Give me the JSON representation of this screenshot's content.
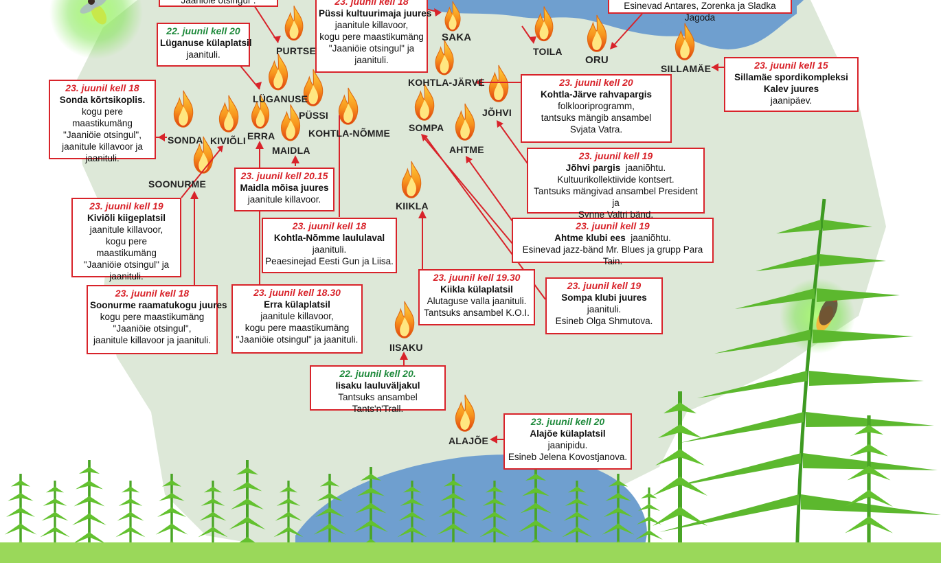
{
  "colors": {
    "accent_red": "#d8232a",
    "date_green": "#1f8a3c",
    "land": "#dde8d8",
    "water": "#6f9fcf",
    "fern": "#5cb82e"
  },
  "icons": [
    "bonfire-icon",
    "firefly-icon",
    "fern-icon"
  ],
  "places": [
    {
      "id": "purtse",
      "label": "PURTSE"
    },
    {
      "id": "saka",
      "label": "SAKA"
    },
    {
      "id": "toila",
      "label": "TOILA"
    },
    {
      "id": "oru",
      "label": "ORU"
    },
    {
      "id": "sillamae",
      "label": "SILLAMÄE"
    },
    {
      "id": "luganuse",
      "label": "LÜGANUSE"
    },
    {
      "id": "pussi",
      "label": "PÜSSI"
    },
    {
      "id": "kohtla-jarve",
      "label": "KOHTLA-JÄRVE"
    },
    {
      "id": "johvi",
      "label": "JÕHVI"
    },
    {
      "id": "sonda",
      "label": "SONDA"
    },
    {
      "id": "kivioli",
      "label": "KIVIÕLI"
    },
    {
      "id": "erra",
      "label": "ERRA"
    },
    {
      "id": "maidla",
      "label": "MAIDLA"
    },
    {
      "id": "kohtla-nomme",
      "label": "KOHTLA-NÕMME"
    },
    {
      "id": "sompa",
      "label": "SOMPA"
    },
    {
      "id": "ahtme",
      "label": "AHTME"
    },
    {
      "id": "soonurme",
      "label": "SOONURME"
    },
    {
      "id": "kiikla",
      "label": "KIIKLA"
    },
    {
      "id": "iisaku",
      "label": "IISAKU"
    },
    {
      "id": "alajoe",
      "label": "ALAJÕE"
    }
  ],
  "events": [
    {
      "id": "purtse",
      "date": "",
      "venue": "",
      "desc": "Jaaniöie otsingul\"."
    },
    {
      "id": "oru",
      "date": "",
      "venue": "",
      "desc": "Esinevad Antares, Zorenka ja Sladka Jagoda"
    },
    {
      "id": "pussi",
      "date": "23. juunil kell 18",
      "venue": "Püssi kultuurimaja juures",
      "desc": "jaanitule killavoor,\nkogu pere maastikumäng\n\"Jaaniöie otsingul\" ja\njaanituli."
    },
    {
      "id": "luganuse",
      "date": "22. juunil kell 20",
      "venue": "Lüganuse külaplatsil",
      "desc": "jaanituli."
    },
    {
      "id": "sonda",
      "date": "23. juunil kell 18",
      "venue": "Sonda kõrtsikoplis.",
      "desc": "kogu pere maastikumäng\n\"Jaaniöie otsingul\",\njaanitule killavoor ja\njaanituli."
    },
    {
      "id": "kohtla-jarve",
      "date": "23. juunil kell 20",
      "venue": "Kohtla-Järve rahvapargis",
      "desc": "folkloori­programm,\ntantsuks mängib ansambel\nSvjata Vatra."
    },
    {
      "id": "sillamae",
      "date": "23. juunil kell 15",
      "venue": "Sillamäe spordikompleksi\nKalev juures",
      "desc": "jaanipäev."
    },
    {
      "id": "maidla",
      "date": "23. juunil kell 20.15",
      "venue": "Maidla mõisa juures",
      "desc": "jaanitule killavoor."
    },
    {
      "id": "johvi",
      "date": "23. juunil kell 19",
      "venue": "Jõhvi pargis",
      "desc": "Kultuurikollektiivide kontsert.\nTantsuks mängivad ansambel President ja\nSynne Valtri bänd.",
      "venue_suffix": "  jaaniõhtu."
    },
    {
      "id": "kivioli",
      "date": "23. juunil kell 19",
      "venue": "Kiviõli kiigeplatsil",
      "desc": "jaanitule killavoor,\nkogu pere maastikumäng\n\"Jaaniöie otsingul\" ja\njaanituli."
    },
    {
      "id": "kohtla-nomme",
      "date": "23. juunil kell 18",
      "venue": "Kohtla-Nõmme laululaval",
      "desc": "jaanituli.\nPeaesinejad Eesti Gun ja Liisa."
    },
    {
      "id": "ahtme",
      "date": "23. juunil kell 19",
      "venue": "Ahtme klubi ees",
      "desc": "Esinevad jazz-bänd Mr. Blues ja grupp Para Tain.",
      "venue_suffix": "  jaaniõhtu."
    },
    {
      "id": "soonurme",
      "date": "23. juunil kell 18",
      "venue": "Soonurme raamatukogu juures",
      "desc": "kogu pere maastikumäng\n\"Jaaniöie otsingul\",\njaanitule killavoor ja jaanituli."
    },
    {
      "id": "erra",
      "date": "23. juunil kell 18.30",
      "venue": "Erra külaplatsil",
      "desc": "jaanitule killavoor,\nkogu pere maastikumäng\n\"Jaaniöie otsingul\" ja jaanituli."
    },
    {
      "id": "kiikla",
      "date": "23. juunil kell 19.30",
      "venue": "Kiikla külaplatsil",
      "desc": "Alutaguse valla jaanituli.\nTantsuks ansambel K.O.I."
    },
    {
      "id": "sompa",
      "date": "23. juunil kell 19",
      "venue": "Sompa klubi juures",
      "desc": "jaanituli.\nEsineb Olga Shmutova."
    },
    {
      "id": "iisaku",
      "date": "22. juunil kell 20.",
      "venue": "Iisaku lauluväljakul",
      "desc": "Tantsuks ansambel Tants'n'Trall."
    },
    {
      "id": "alajoe",
      "date": "23. juunil kell 20",
      "venue": "Alajõe külaplatsil",
      "desc": "jaanipidu.\nEsineb Jelena Kovostjanova."
    }
  ]
}
